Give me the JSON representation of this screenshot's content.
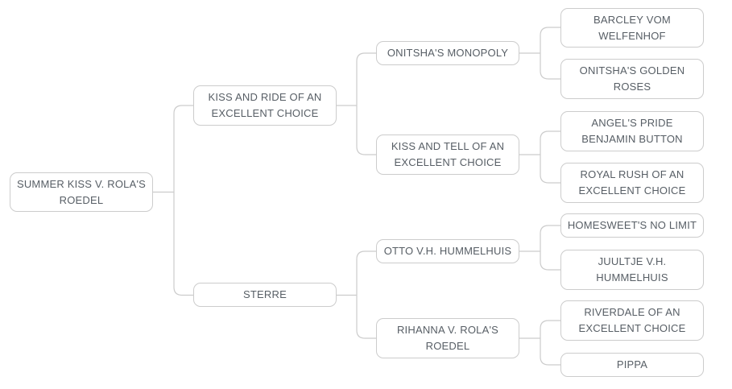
{
  "diagram": {
    "type": "pedigree-tree",
    "generations": 4,
    "colors": {
      "background": "#ffffff",
      "box_border": "#cccccc",
      "connector_line": "#cccccc",
      "text": "#575e65"
    }
  },
  "nodes": {
    "subject": "SUMMER KISS V. ROLA'S\nROEDEL",
    "sire": "KISS AND RIDE OF AN\nEXCELLENT CHOICE",
    "dam": "STERRE",
    "sire_sire": "ONITSHA'S MONOPOLY",
    "sire_dam": "KISS AND TELL OF AN\nEXCELLENT CHOICE",
    "dam_sire": "OTTO V.H. HUMMELHUIS",
    "dam_dam": "RIHANNA V. ROLA'S\nROEDEL",
    "sire_sire_sire": "BARCLEY VOM\nWELFENHOF",
    "sire_sire_dam": "ONITSHA'S GOLDEN\nROSES",
    "sire_dam_sire": "ANGEL'S PRIDE\nBENJAMIN BUTTON",
    "sire_dam_dam": "ROYAL RUSH OF AN\nEXCELLENT CHOICE",
    "dam_sire_sire": "HOMESWEET'S NO LIMIT",
    "dam_sire_dam": "JUULTJE V.H.\nHUMMELHUIS",
    "dam_dam_sire": "RIVERDALE OF AN\nEXCELLENT CHOICE",
    "dam_dam_dam": "PIPPA"
  }
}
